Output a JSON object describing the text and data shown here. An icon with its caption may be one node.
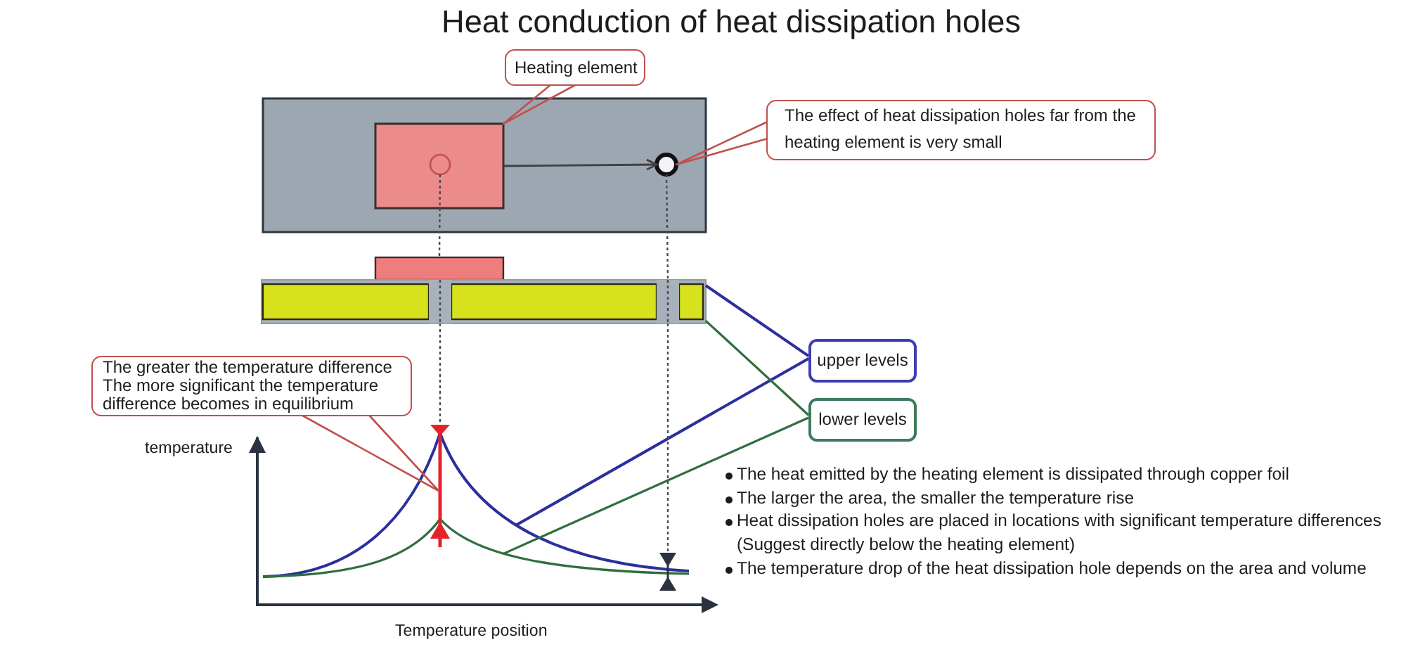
{
  "diagram": {
    "title": "Heat conduction of heat dissipation holes",
    "nodes": [
      {
        "text": [
          "Heating element"
        ]
      },
      {
        "text": [],
        "shape": "box"
      },
      {
        "text": [],
        "shape": "box",
        "in": 1
      },
      {
        "text": [],
        "shape": "circle",
        "in": 2
      },
      {
        "text": [],
        "shape": "circle",
        "in": 1
      },
      {
        "text": [
          "The effect of heat dissipation holes far from the heating element is very small"
        ]
      },
      {
        "text": [],
        "shape": "box"
      },
      {
        "text": [],
        "shape": "bar"
      },
      {
        "text": [],
        "shape": "bar",
        "in": 7
      },
      {
        "text": [],
        "shape": "bar",
        "in": 7
      },
      {
        "text": [
          "The greater the temperature difference The more significant the temperature difference becomes in equilibrium"
        ]
      },
      {
        "text": [
          "upper levels"
        ]
      },
      {
        "text": [
          "lower levels"
        ]
      },
      {
        "text": [],
        "shape": "picture"
      },
      {
        "text": [],
        "shape": "bar",
        "in": 13
      },
      {
        "text": [],
        "shape": "bar",
        "in": 13
      }
    ],
    "edges": [
      {
        "from": 0,
        "to": 2,
        "arrow": "none",
        "color": "#c0504d"
      },
      {
        "from": 2,
        "to": 4,
        "arrow": "to",
        "color": "#404040"
      },
      {
        "from": 5,
        "to": 4,
        "arrow": "none",
        "color": "#c0504d"
      },
      {
        "from": 10,
        "to": 14,
        "arrow": "none",
        "color": "#c0504d"
      },
      {
        "from": 11,
        "to": 7,
        "arrow": "none",
        "color": "#2b2f9e"
      },
      {
        "from": 11,
        "to": 13,
        "arrow": "none",
        "color": "#2b2f9e"
      },
      {
        "from": 12,
        "to": 7,
        "arrow": "none",
        "color": "#2f6e3e"
      },
      {
        "from": 12,
        "to": 13,
        "arrow": "none",
        "color": "#2f6e3e"
      },
      {
        "from": 3,
        "to": 6,
        "arrow": "none",
        "style": "dashed",
        "color": "#454b55"
      },
      {
        "from": 8,
        "to": 14,
        "arrow": "none",
        "style": "dashed",
        "color": "#454b55"
      },
      {
        "from": 4,
        "to": 9,
        "arrow": "none",
        "style": "dashed",
        "color": "#454b55"
      },
      {
        "from": 9,
        "to": 15,
        "arrow": "none",
        "style": "dashed",
        "color": "#454b55"
      }
    ],
    "labels": [
      "temperature",
      "The heat emitted by the heating element is dissipated through copper foil",
      "The larger the area, the smaller the temperature rise",
      "Heat dissipation holes are placed in locations with significant temperature differences (Suggest directly below the heating element)",
      "The temperature drop of the heat dissipation hole depends on the area and volume",
      "Temperature position"
    ]
  }
}
